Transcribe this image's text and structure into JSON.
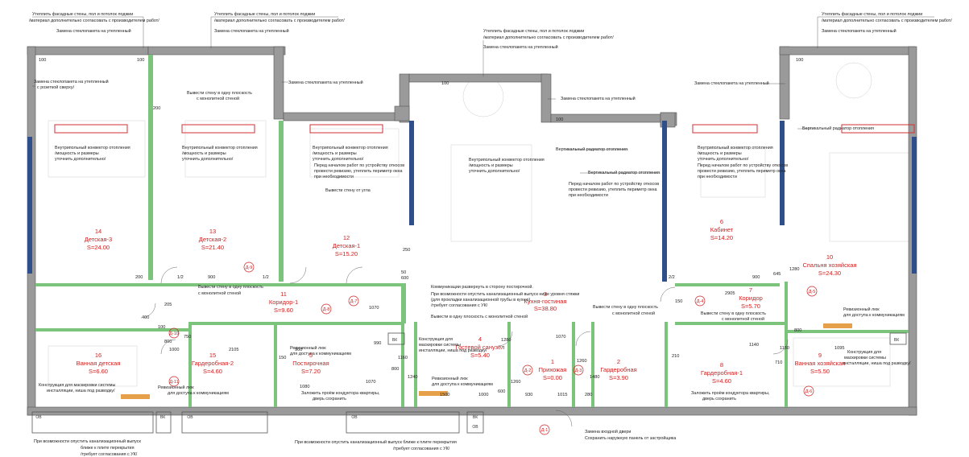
{
  "rooms": [
    {
      "num": "14",
      "name": "Детская-3",
      "area": "S=24.00"
    },
    {
      "num": "13",
      "name": "Детская-2",
      "area": "S=21.40"
    },
    {
      "num": "12",
      "name": "Детская-1",
      "area": "S=15.20"
    },
    {
      "num": "3",
      "name": "Кухня-гостиная",
      "area": "S=38.80"
    },
    {
      "num": "6",
      "name": "Кабинет",
      "area": "S=14.20"
    },
    {
      "num": "10",
      "name": "Спальня хозяйская",
      "area": "S=24.30"
    },
    {
      "num": "11",
      "name": "Коридор-1",
      "area": "S=9.60"
    },
    {
      "num": "7",
      "name": "Коридор",
      "area": "S=5.70"
    },
    {
      "num": "16",
      "name": "Ванная детская",
      "area": "S=6.60"
    },
    {
      "num": "15",
      "name": "Гардеробная-2",
      "area": "S=4.60"
    },
    {
      "num": "5",
      "name": "Постирочная",
      "area": "S=7.20"
    },
    {
      "num": "4",
      "name": "Гостевой санузел",
      "area": "S=5.40"
    },
    {
      "num": "1",
      "name": "Прихожая",
      "area": "S=0.00"
    },
    {
      "num": "2",
      "name": "Гардеробная",
      "area": "S=3.90"
    },
    {
      "num": "8",
      "name": "Гардеробная-1",
      "area": "S=4.60"
    },
    {
      "num": "9",
      "name": "Ванная хозяйская",
      "area": "S=5.50"
    }
  ],
  "doors": [
    "Д-9",
    "Д-8",
    "Д-7",
    "Д-10",
    "Д-11",
    "Д-2",
    "Д-3",
    "Д-4",
    "Д-5",
    "Д-6",
    "Д-1"
  ],
  "notes": {
    "n1": [
      "Утеплить фасадные стены, пол и потолок лоджии",
      "/материал дополнительно согласовать с производителем работ/"
    ],
    "n2": [
      "Утеплить фасадные стены, пол и потолок лоджии",
      "/материал дополнительно согласовать с производителем работ/"
    ],
    "n3": [
      "Утеплить фасадные стены, пол и потолок лоджии",
      "/материал дополнительно согласовать с производителем работ/"
    ],
    "n4": [
      "Утеплить фасадные стены, пол и потолок лоджии",
      "/материал дополнительно согласовать с производителем работ/"
    ],
    "glass": "Замена стеклопакета на утепленный",
    "glass_r": [
      "Замена стеклопакета на утепленный",
      "с розеткой сверху/"
    ],
    "wall_plane": [
      "Вывести стену в одну плоскость",
      "с монолитной стеной"
    ],
    "convector": [
      "Внутрипольный конвектор отопления",
      "/мощность и размеры",
      "уточнить дополнительно/"
    ],
    "before_work": [
      "Перед началом работ по устройству откосов",
      "провести ревизию, утеплить периметр окна",
      "при необходимости"
    ],
    "corner_wall": "Вывести стену от угла",
    "vert_radiator": "Вертикальный радиатор отопления",
    "comms": [
      "Коммуникации развернуть в сторону постирочной.",
      "При возможности опустить канализационный выпуск ниже уровня стяжки",
      "(для прокладки канализационной трубы в кухню)",
      "/требует согласования с УК/"
    ],
    "wall_single": "Вывести в одну плоскость с монолитной стеной",
    "revision_hatch": [
      "Ревизионный люк",
      "для доступа к коммуникациям"
    ],
    "construction": [
      "Конструкция для",
      "маскировки системы",
      "инсталляции, ниша под разводку/"
    ],
    "construction_l": [
      "Конструкция для маскировки системы",
      "инсталляции, ниша под разводку/"
    ],
    "close_door": [
      "Заложить проём кондуктора квартиры,",
      "дверь сохранить"
    ],
    "entry_door": [
      "Замена входной двери",
      "Сохранить наружную панель от застройщика"
    ],
    "sewer_l": [
      "При возможности опустить канализационный выпуск",
      "ближе к плите перекрытия",
      "/требует согласования с УК/"
    ],
    "sewer_c": [
      "При возможности опустить канализационный выпуск ближе к плите перекрытия",
      "/требует согласования с УК/"
    ]
  },
  "dims": [
    "100",
    "200",
    "1/2",
    "900",
    "1/2",
    "200",
    "50",
    "600",
    "1070",
    "205",
    "100",
    "800",
    "900",
    "1000",
    "750",
    "2105",
    "150",
    "990",
    "1070",
    "1080",
    "1160",
    "800",
    "600",
    "1260",
    "1500",
    "1000",
    "930",
    "1015",
    "280",
    "1070",
    "1480",
    "2905",
    "150",
    "645",
    "1260",
    "210",
    "1095",
    "1180",
    "800",
    "710",
    "1140",
    "1280",
    "1240",
    "2/2",
    "900",
    "400",
    "250",
    "1280",
    "100",
    "100",
    "100",
    "100"
  ],
  "equipment": [
    "ОВ",
    "ВК",
    "ОВ",
    "ОВ",
    "ВК",
    "ОВ",
    "ВК",
    "ВК"
  ],
  "colors": {
    "room_label": "#d02020",
    "wall": "#9a9a9a",
    "window": "#2f4f8a",
    "partition": "#7cc47c",
    "marker": "#d03030"
  }
}
